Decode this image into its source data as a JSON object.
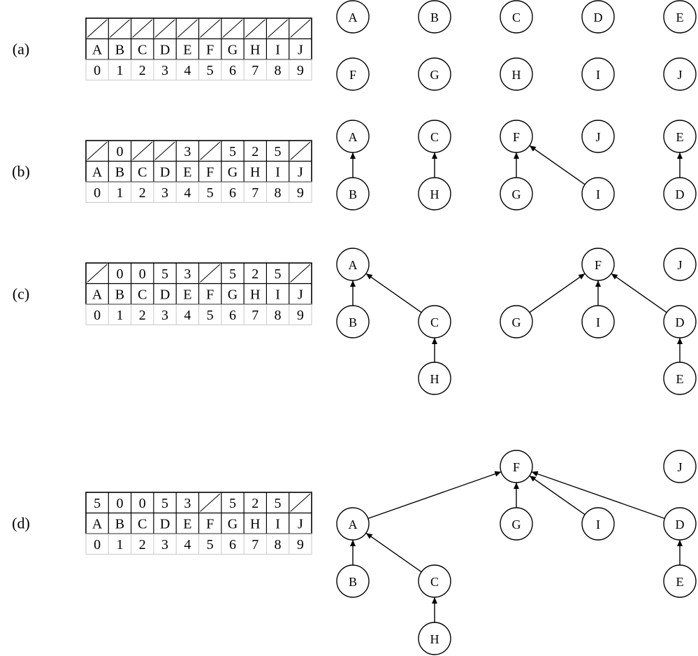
{
  "panels": [
    {
      "label": "(a)",
      "parents": [
        "",
        "",
        "",
        "",
        "",
        "",
        "",
        "",
        "",
        ""
      ],
      "names": [
        "A",
        "B",
        "C",
        "D",
        "E",
        "F",
        "G",
        "H",
        "I",
        "J"
      ],
      "indices": [
        "0",
        "1",
        "2",
        "3",
        "4",
        "5",
        "6",
        "7",
        "8",
        "9"
      ],
      "nodes": [
        {
          "id": "A"
        },
        {
          "id": "B"
        },
        {
          "id": "C"
        },
        {
          "id": "D"
        },
        {
          "id": "E"
        },
        {
          "id": "F"
        },
        {
          "id": "G"
        },
        {
          "id": "H"
        },
        {
          "id": "I"
        },
        {
          "id": "J"
        }
      ],
      "edges": []
    },
    {
      "label": "(b)",
      "parents": [
        "",
        "0",
        "",
        "",
        "3",
        "",
        "5",
        "2",
        "5",
        ""
      ],
      "names": [
        "A",
        "B",
        "C",
        "D",
        "E",
        "F",
        "G",
        "H",
        "I",
        "J"
      ],
      "indices": [
        "0",
        "1",
        "2",
        "3",
        "4",
        "5",
        "6",
        "7",
        "8",
        "9"
      ],
      "nodes": [
        {
          "id": "A"
        },
        {
          "id": "C"
        },
        {
          "id": "F"
        },
        {
          "id": "J"
        },
        {
          "id": "E"
        },
        {
          "id": "B"
        },
        {
          "id": "H"
        },
        {
          "id": "G"
        },
        {
          "id": "I"
        },
        {
          "id": "D"
        }
      ],
      "edges": [
        {
          "from": "B",
          "to": "A"
        },
        {
          "from": "H",
          "to": "C"
        },
        {
          "from": "G",
          "to": "F"
        },
        {
          "from": "I",
          "to": "F"
        },
        {
          "from": "D",
          "to": "E"
        }
      ]
    },
    {
      "label": "(c)",
      "parents": [
        "",
        "0",
        "0",
        "5",
        "3",
        "",
        "5",
        "2",
        "5",
        ""
      ],
      "names": [
        "A",
        "B",
        "C",
        "D",
        "E",
        "F",
        "G",
        "H",
        "I",
        "J"
      ],
      "indices": [
        "0",
        "1",
        "2",
        "3",
        "4",
        "5",
        "6",
        "7",
        "8",
        "9"
      ],
      "nodes": [
        {
          "id": "A"
        },
        {
          "id": "F"
        },
        {
          "id": "J"
        },
        {
          "id": "B"
        },
        {
          "id": "C"
        },
        {
          "id": "G"
        },
        {
          "id": "I"
        },
        {
          "id": "D"
        },
        {
          "id": "H"
        },
        {
          "id": "E"
        }
      ],
      "edges": [
        {
          "from": "B",
          "to": "A"
        },
        {
          "from": "C",
          "to": "A"
        },
        {
          "from": "H",
          "to": "C"
        },
        {
          "from": "G",
          "to": "F"
        },
        {
          "from": "I",
          "to": "F"
        },
        {
          "from": "D",
          "to": "F"
        },
        {
          "from": "E",
          "to": "D"
        }
      ]
    },
    {
      "label": "(d)",
      "parents": [
        "5",
        "0",
        "0",
        "5",
        "3",
        "",
        "5",
        "2",
        "5",
        ""
      ],
      "names": [
        "A",
        "B",
        "C",
        "D",
        "E",
        "F",
        "G",
        "H",
        "I",
        "J"
      ],
      "indices": [
        "0",
        "1",
        "2",
        "3",
        "4",
        "5",
        "6",
        "7",
        "8",
        "9"
      ],
      "nodes": [
        {
          "id": "F"
        },
        {
          "id": "J"
        },
        {
          "id": "A"
        },
        {
          "id": "G"
        },
        {
          "id": "I"
        },
        {
          "id": "D"
        },
        {
          "id": "B"
        },
        {
          "id": "C"
        },
        {
          "id": "E"
        },
        {
          "id": "H"
        }
      ],
      "edges": [
        {
          "from": "A",
          "to": "F"
        },
        {
          "from": "G",
          "to": "F"
        },
        {
          "from": "I",
          "to": "F"
        },
        {
          "from": "D",
          "to": "F"
        },
        {
          "from": "B",
          "to": "A"
        },
        {
          "from": "C",
          "to": "A"
        },
        {
          "from": "H",
          "to": "C"
        },
        {
          "from": "E",
          "to": "D"
        }
      ]
    }
  ]
}
